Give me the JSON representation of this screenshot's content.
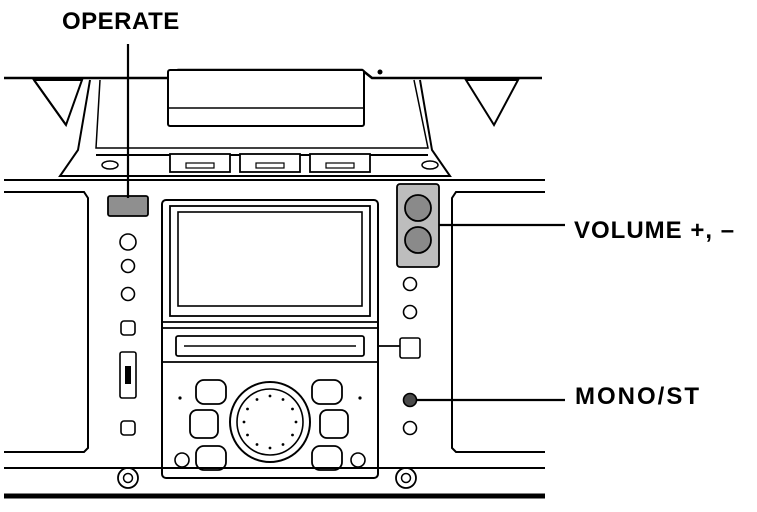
{
  "labels": {
    "operate": "OPERATE",
    "volume": "VOLUME +, –",
    "mono_st": "MONO/ST"
  },
  "colors": {
    "line": "#000000",
    "operate_button": "#8f8f8f",
    "volume_buttons": "#8a8a8a",
    "mono_st_button": "#4a4a4a",
    "highlight_box": "#bdbdbd",
    "background": "#ffffff"
  },
  "icons": {
    "main_dial": "jog-dial-icon",
    "display": "lcd-display-icon"
  }
}
